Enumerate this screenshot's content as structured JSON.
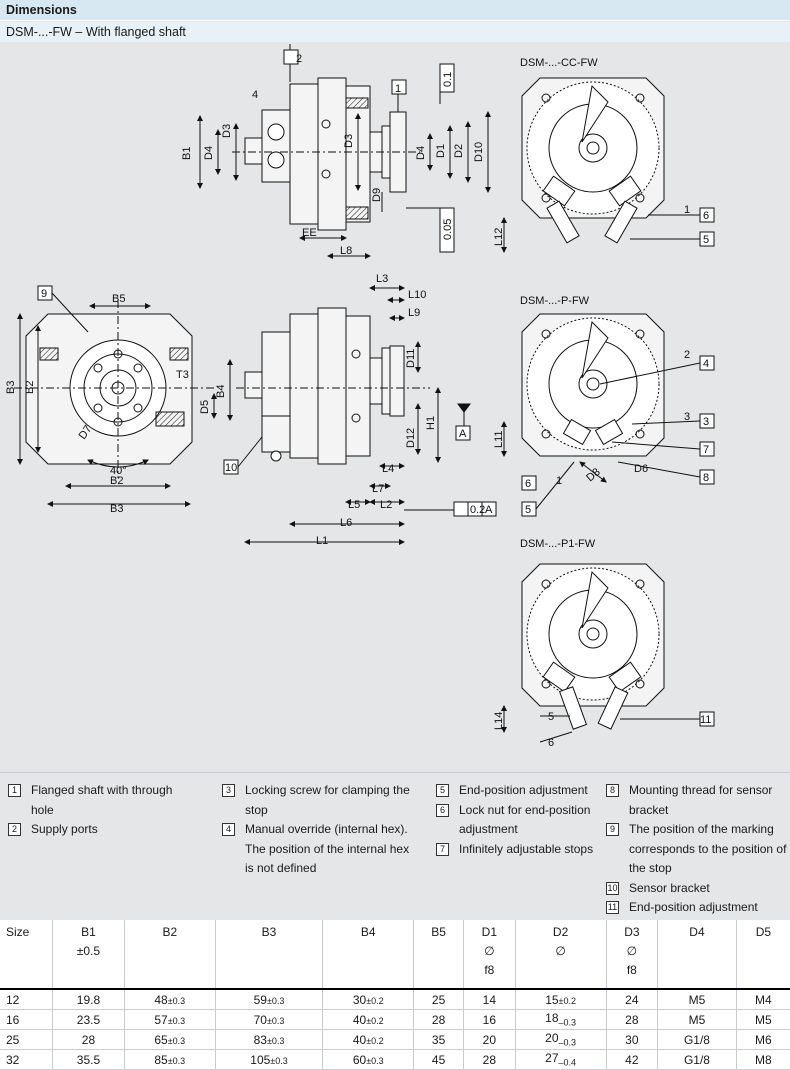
{
  "section_title": "Dimensions",
  "subtitle": "DSM-...-FW – With flanged shaft",
  "views": {
    "cc_fw": "DSM-...-CC-FW",
    "p_fw": "DSM-...-P-FW",
    "p1_fw": "DSM-...-P1-FW"
  },
  "labels": {
    "B1": "B1",
    "B2": "B2",
    "B3": "B3",
    "B4": "B4",
    "B5": "B5",
    "D1": "D1",
    "D2": "D2",
    "D3": "D3",
    "D4": "D4",
    "D5": "D5",
    "D6": "D6",
    "D7": "D7",
    "D8": "D8",
    "D9": "D9",
    "D10": "D10",
    "D11": "D11",
    "D12": "D12",
    "L1": "L1",
    "L2": "L2",
    "L3": "L3",
    "L4": "L4",
    "L5": "L5",
    "L6": "L6",
    "L7": "L7",
    "L8": "L8",
    "L9": "L9",
    "L10": "L10",
    "L11": "L11",
    "L12": "L12",
    "L14": "L14",
    "H1": "H1",
    "T3": "T3",
    "EE": "EE",
    "A": "A",
    "wf4": "4",
    "wf1": "1",
    "wf2": "2",
    "wf3": "3",
    "wf5": "5",
    "wf6": "6",
    "angle": "40°",
    "tol_01": "0.1",
    "tol_005": "0.05",
    "tol_02": "0.2",
    "datum_A": "A",
    "n1": "1",
    "n2": "2",
    "n3": "3",
    "n4": "4",
    "n5": "5",
    "n6": "6",
    "n7": "7",
    "n8": "8",
    "n9": "9",
    "n10": "10",
    "n11": "11"
  },
  "legend": [
    {
      "num": "1",
      "text": "Flanged shaft with through hole"
    },
    {
      "num": "2",
      "text": "Supply ports"
    },
    {
      "num": "3",
      "text": "Locking screw for clamping the stop"
    },
    {
      "num": "4",
      "text": "Manual override (internal hex). The position of the internal hex is not defined"
    },
    {
      "num": "5",
      "text": "End-position adjustment"
    },
    {
      "num": "6",
      "text": "Lock nut for end-position adjustment"
    },
    {
      "num": "7",
      "text": "Infinitely adjustable stops"
    },
    {
      "num": "8",
      "text": "Mounting thread for sensor bracket"
    },
    {
      "num": "9",
      "text": "The position of the marking corresponds to the position of the stop"
    },
    {
      "num": "10",
      "text": "Sensor bracket"
    },
    {
      "num": "11",
      "text": "End-position adjustment"
    }
  ],
  "table": {
    "headers": [
      {
        "l1": "Size",
        "l2": "",
        "l3": ""
      },
      {
        "l1": "B1",
        "l2": "±0.5",
        "l3": ""
      },
      {
        "l1": "B2",
        "l2": "",
        "l3": ""
      },
      {
        "l1": "B3",
        "l2": "",
        "l3": ""
      },
      {
        "l1": "B4",
        "l2": "",
        "l3": ""
      },
      {
        "l1": "B5",
        "l2": "",
        "l3": ""
      },
      {
        "l1": "D1",
        "l2": "∅",
        "l3": "f8"
      },
      {
        "l1": "D2",
        "l2": "∅",
        "l3": ""
      },
      {
        "l1": "D3",
        "l2": "∅",
        "l3": "f8"
      },
      {
        "l1": "D4",
        "l2": "",
        "l3": ""
      },
      {
        "l1": "D5",
        "l2": "",
        "l3": ""
      }
    ],
    "rows": [
      [
        {
          "v": "12"
        },
        {
          "v": "19.8"
        },
        {
          "v": "48",
          "t": "±0.3"
        },
        {
          "v": "59",
          "t": "±0.3"
        },
        {
          "v": "30",
          "t": "±0.2"
        },
        {
          "v": "25"
        },
        {
          "v": "14"
        },
        {
          "v": "15",
          "t": "±0.2"
        },
        {
          "v": "24"
        },
        {
          "v": "M5"
        },
        {
          "v": "M4"
        }
      ],
      [
        {
          "v": "16"
        },
        {
          "v": "23.5"
        },
        {
          "v": "57",
          "t": "±0.3"
        },
        {
          "v": "70",
          "t": "±0.3"
        },
        {
          "v": "40",
          "t": "±0.2"
        },
        {
          "v": "28"
        },
        {
          "v": "16"
        },
        {
          "v": "18",
          "t": "–0.3"
        },
        {
          "v": "28"
        },
        {
          "v": "M5"
        },
        {
          "v": "M5"
        }
      ],
      [
        {
          "v": "25"
        },
        {
          "v": "28"
        },
        {
          "v": "65",
          "t": "±0.3"
        },
        {
          "v": "83",
          "t": "±0.3"
        },
        {
          "v": "40",
          "t": "±0.2"
        },
        {
          "v": "35"
        },
        {
          "v": "20"
        },
        {
          "v": "20",
          "t": "–0.3"
        },
        {
          "v": "30"
        },
        {
          "v": "G1/8"
        },
        {
          "v": "M6"
        }
      ],
      [
        {
          "v": "32"
        },
        {
          "v": "35.5"
        },
        {
          "v": "85",
          "t": "±0.3"
        },
        {
          "v": "105",
          "t": "±0.3"
        },
        {
          "v": "60",
          "t": "±0.3"
        },
        {
          "v": "45"
        },
        {
          "v": "28"
        },
        {
          "v": "27",
          "t": "–0.4"
        },
        {
          "v": "42"
        },
        {
          "v": "G1/8"
        },
        {
          "v": "M8"
        }
      ]
    ]
  }
}
